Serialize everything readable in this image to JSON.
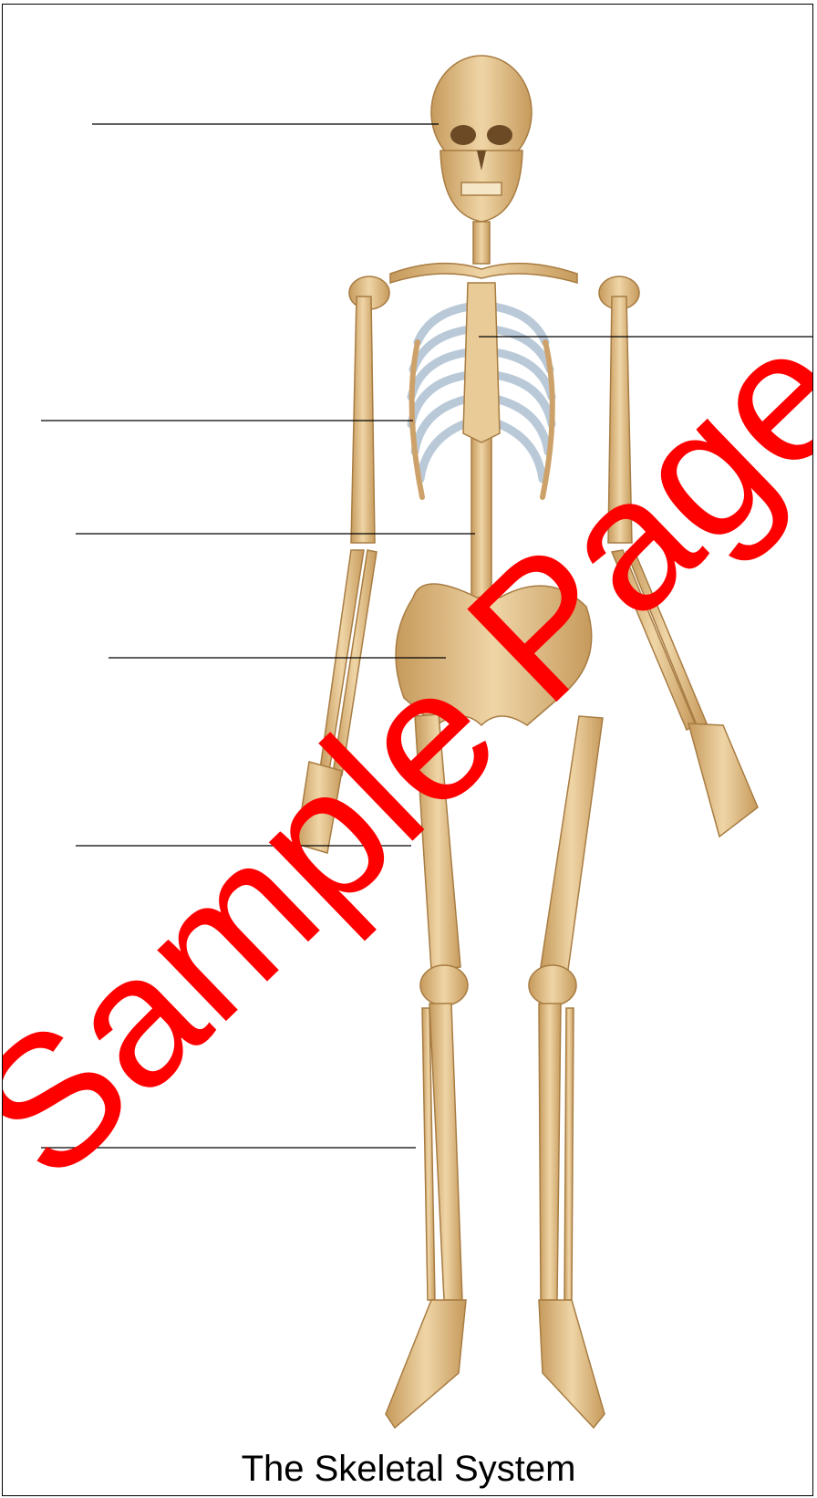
{
  "title": "The Skeletal System",
  "watermark": "Sample Page",
  "colors": {
    "bone": "#e2c08a",
    "bone_shade": "#b88f52",
    "cartilage": "#b9c9d8",
    "watermark": "#ff0000",
    "leader_line": "#000000"
  },
  "label_lines": [
    {
      "id": "skull",
      "text": ""
    },
    {
      "id": "sternum",
      "text": ""
    },
    {
      "id": "ribs",
      "text": ""
    },
    {
      "id": "vertebral-column",
      "text": ""
    },
    {
      "id": "pelvis",
      "text": ""
    },
    {
      "id": "femur",
      "text": ""
    },
    {
      "id": "tibia",
      "text": ""
    }
  ]
}
